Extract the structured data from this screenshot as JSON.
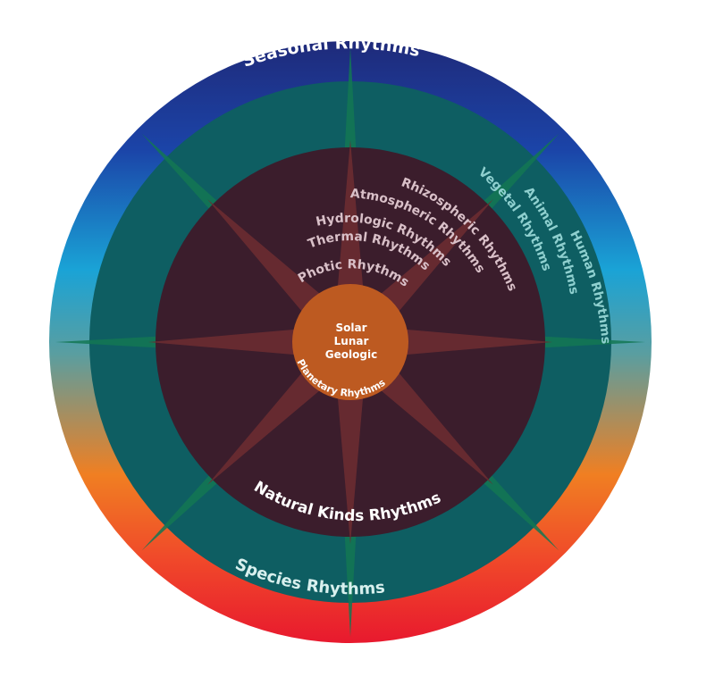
{
  "labels": {
    "outer_top": "Seasonal Rhythms",
    "outer_bottom": "Species Rhythms",
    "middle_right": [
      "Human Rhythms",
      "Animal Rhythms",
      "Vegetal Rhythms"
    ],
    "inner_upper": [
      "Rhizospheric Rhythms",
      "Atmospheric Rhythms",
      "Hydrologic Rhythms",
      "Thermal Rhythms",
      "Photic Rhythms"
    ],
    "inner_bottom": "Natural Kinds Rhythms",
    "center_lines": [
      "Solar",
      "Lunar",
      "Geologic"
    ],
    "center_arc": "Planetary Rhythms"
  },
  "colors": {
    "outer_gradient": [
      "#1f2a7a",
      "#1b44a8",
      "#1aa3d6",
      "#3fa2b0",
      "#f07f22",
      "#f0492a",
      "#e8192e"
    ],
    "teal_ring": "#0e5e62",
    "inner_disc": "#3b1d2c",
    "center_disc": "#bd5a21",
    "ray_inner": "#6c2c31",
    "ray_outer": "#137753",
    "white_text": "#ffffff",
    "pale_text": "#d9c0c8",
    "teal_text": "#8fd0cf"
  }
}
